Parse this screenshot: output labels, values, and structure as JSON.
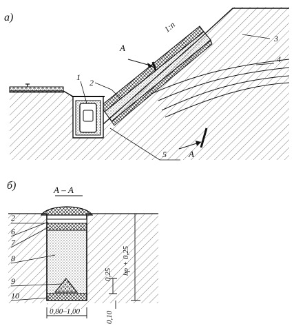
{
  "figure_a": {
    "panel_label": "а)",
    "section_marker": "А",
    "slope_ratio": "1:n",
    "callouts": {
      "c1": "1",
      "c2": "2",
      "c3": "3",
      "c4": "4",
      "c5": "5"
    }
  },
  "figure_b": {
    "panel_label": "б)",
    "section_title": "А – А",
    "callouts": {
      "c2": "2",
      "c6": "6",
      "c7": "7",
      "c8": "8",
      "c9": "9",
      "c10": "10"
    },
    "dims": {
      "height": "hр + 0,25",
      "cover": "0,25",
      "base": "0,10",
      "width": "0,80–1,00"
    }
  }
}
